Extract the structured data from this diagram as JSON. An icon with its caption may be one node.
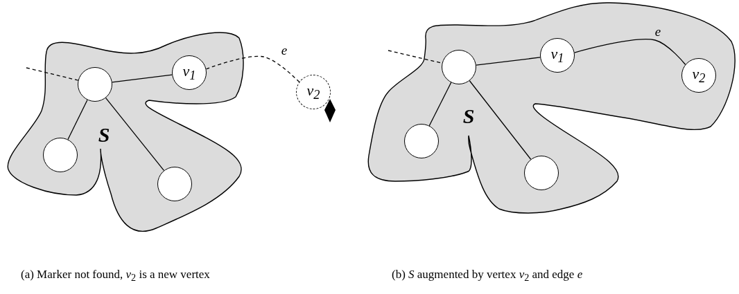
{
  "diagram": {
    "nodes": [
      {
        "text": [
          "S"
        ]
      },
      {
        "text": [],
        "shape": "circle",
        "in": 0
      },
      {
        "text": [
          "v$_{1}$"
        ],
        "in": 0
      },
      {
        "text": [],
        "shape": "circle",
        "in": 0
      },
      {
        "text": [],
        "shape": "circle",
        "in": 0
      },
      {
        "text": [
          "v$_{2}$"
        ]
      },
      {
        "text": [
          "S"
        ]
      },
      {
        "text": [],
        "shape": "circle",
        "in": 6
      },
      {
        "text": [
          "v$_{1}$"
        ],
        "in": 6
      },
      {
        "text": [
          "v$_{2}$"
        ],
        "in": 6
      },
      {
        "text": [],
        "shape": "circle",
        "in": 6
      },
      {
        "text": [],
        "shape": "circle",
        "in": 6
      }
    ],
    "edges": [
      {
        "from": null,
        "to": 1,
        "arrow": "none",
        "style": "dashed"
      },
      {
        "from": 1,
        "to": 2,
        "arrow": "none"
      },
      {
        "from": 1,
        "to": 3,
        "arrow": "none"
      },
      {
        "from": 1,
        "to": 4,
        "arrow": "none"
      },
      {
        "from": 2,
        "to": 5,
        "arrow": "none",
        "style": "dashed",
        "label": "e"
      },
      {
        "from": null,
        "to": 7,
        "arrow": "none",
        "style": "dashed"
      },
      {
        "from": 7,
        "to": 8,
        "arrow": "none"
      },
      {
        "from": 7,
        "to": 10,
        "arrow": "none"
      },
      {
        "from": 7,
        "to": 11,
        "arrow": "none"
      },
      {
        "from": 8,
        "to": 9,
        "arrow": "none",
        "label": "e"
      }
    ],
    "labels": [
      "(a) Marker not found, *v*$_{2}$ is a new vertex",
      "(b) *S* augmented by vertex *v*$_{2}$ and edge *e*"
    ]
  }
}
